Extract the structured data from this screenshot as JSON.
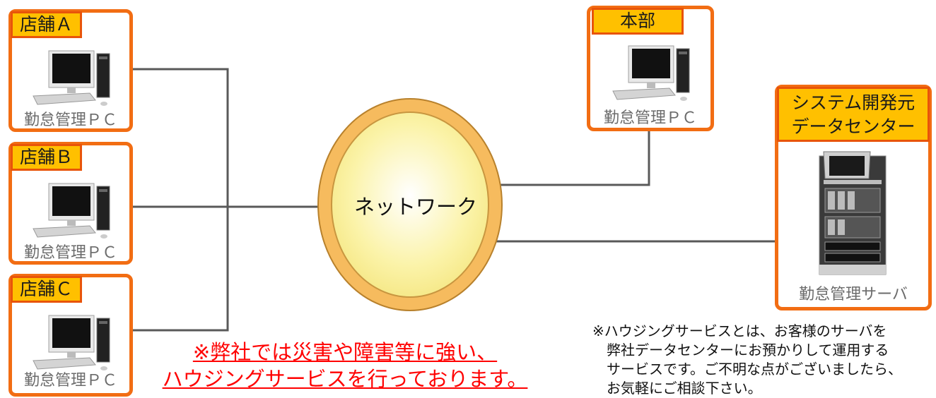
{
  "stores": [
    {
      "tag": "店舗Ａ",
      "caption": "勤怠管理ＰＣ"
    },
    {
      "tag": "店舗Ｂ",
      "caption": "勤怠管理ＰＣ"
    },
    {
      "tag": "店舗Ｃ",
      "caption": "勤怠管理ＰＣ"
    }
  ],
  "hq": {
    "tag": "本部",
    "caption": "勤怠管理ＰＣ"
  },
  "datacenter": {
    "title_line1": "システム開発元",
    "title_line2": "データセンター",
    "caption": "勤怠管理サーバ"
  },
  "network": {
    "label": "ネットワーク"
  },
  "notes": {
    "red_line1": "※弊社では災害や障害等に強い、",
    "red_line2": "ハウジングサービスを行っております。",
    "housing_lines": [
      "※ハウジングサービスとは、お客様のサーバを",
      "弊社データセンターにお預かりして運用する",
      "サービスです。ご不明な点がございましたら、",
      "お気軽にご相談下さい。"
    ]
  },
  "colors": {
    "box_border": "#f26d13",
    "tag_fill": "#ffc000",
    "line": "#595959",
    "note_red": "#ff0000"
  }
}
